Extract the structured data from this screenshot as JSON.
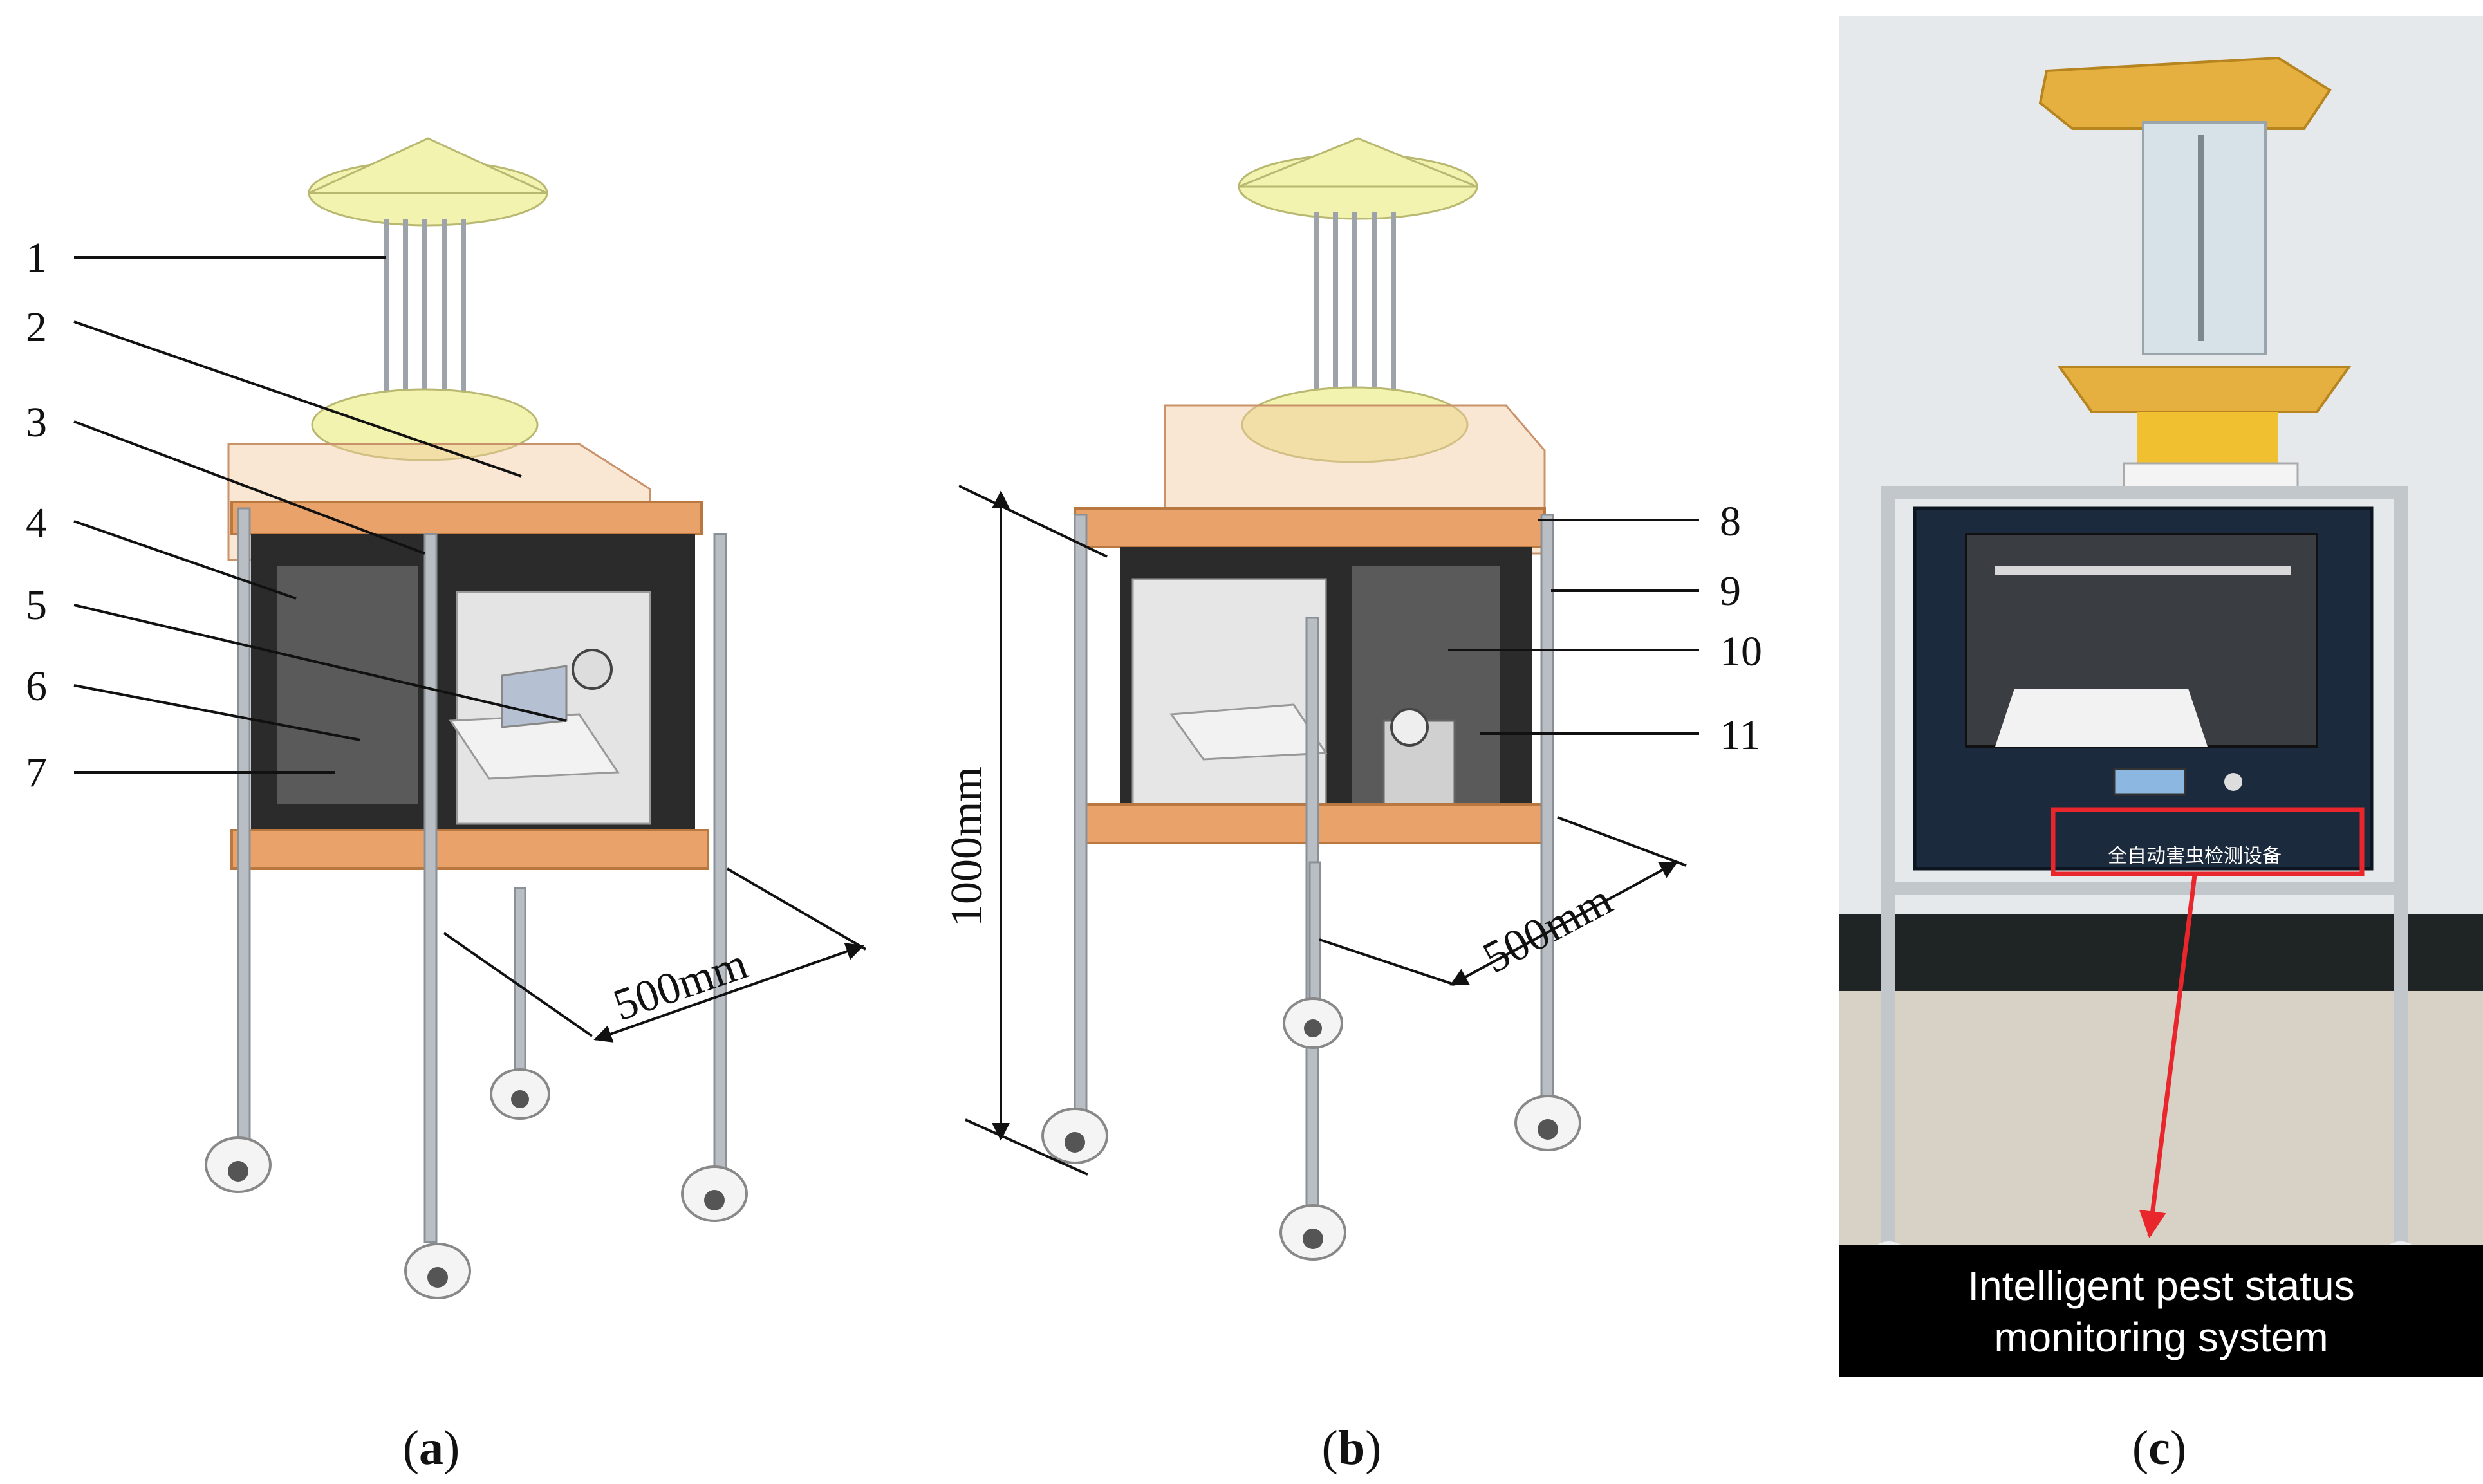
{
  "panel_a": {
    "caption_open": "(",
    "caption_letter": "a",
    "caption_close": ")",
    "labels": [
      "1",
      "2",
      "3",
      "4",
      "5",
      "6",
      "7"
    ],
    "dimension": "500mm"
  },
  "panel_b": {
    "caption_open": "(",
    "caption_letter": "b",
    "caption_close": ")",
    "labels": [
      "8",
      "9",
      "10",
      "11"
    ],
    "dimension_width": "500mm",
    "dimension_height": "1000mm"
  },
  "panel_c": {
    "caption_open": "(",
    "caption_letter": "c",
    "caption_close": ")",
    "banner_line1": "Intelligent  pest  status",
    "banner_line2": "monitoring  system",
    "device_plate_text": "全自动害虫检测设备",
    "highlight_color": "#e8262b"
  },
  "colors": {
    "wood": "#e9a36a",
    "frame": "#2b2b2b",
    "funnel": "#f3f3b0",
    "aluminum": "#b9bec4"
  }
}
